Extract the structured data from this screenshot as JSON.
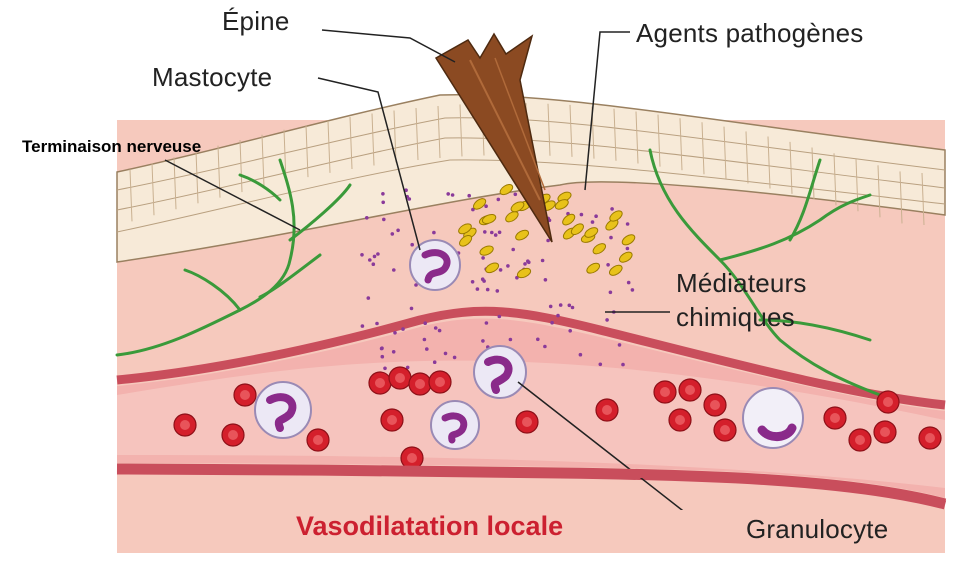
{
  "labels": {
    "epine": "Épine",
    "agents": "Agents pathogènes",
    "mastocyte": "Mastocyte",
    "terminaison": "Terminaison nerveuse",
    "mediateurs_1": "Médiateurs",
    "mediateurs_2": "chimiques",
    "granulocyte": "Granulocyte",
    "vasodilatation": "Vasodilatation locale"
  },
  "colors": {
    "skin_layer": "#f7ead8",
    "tissue": "#f6c9bd",
    "vessel_wall": "#c94e5c",
    "vessel_lumen": "#f3b2ae",
    "red_cell": "#d41f2b",
    "nerve": "#3a9a3a",
    "pathogen": "#e8c21a",
    "mediator": "#8a3a9a",
    "thorn": "#8b4a22",
    "vasodilatation_text": "#cc2030"
  }
}
